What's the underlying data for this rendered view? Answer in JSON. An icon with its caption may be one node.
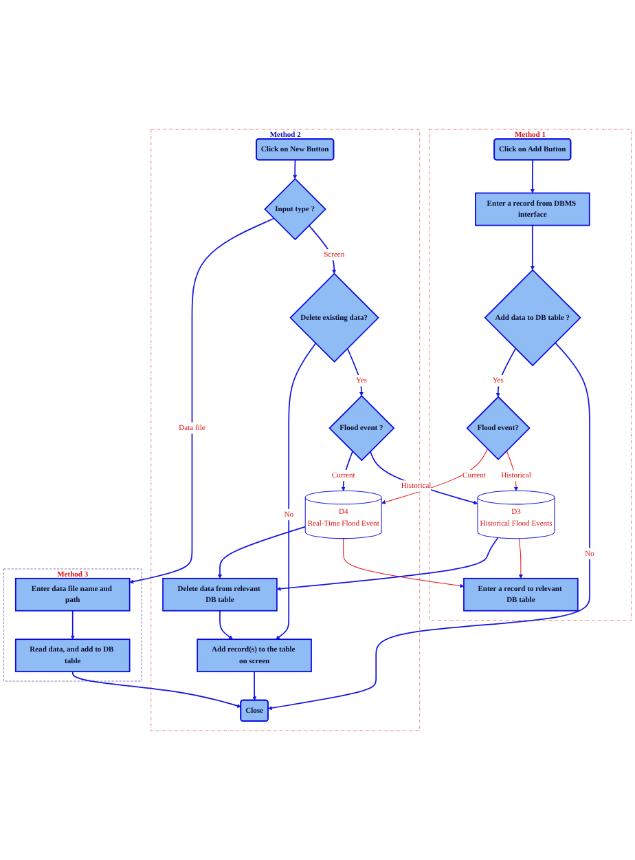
{
  "diagram": {
    "nodes": [
      {
        "text": [
          "Method 1"
        ]
      },
      {
        "text": [
          "Method 2"
        ]
      },
      {
        "text": [
          "Method 3"
        ]
      },
      {
        "text": [
          "Click on Add Button"
        ],
        "in": 0
      },
      {
        "text": [
          "Click on New Button"
        ],
        "in": 1
      },
      {
        "text": [
          "Enter a record from DBMS interface"
        ],
        "in": 0
      },
      {
        "text": [
          "Input type ?"
        ],
        "in": 1
      },
      {
        "text": [
          "Enter data file name and path"
        ],
        "in": 2
      },
      {
        "text": [
          "Add data to DB table ?"
        ],
        "in": 0
      },
      {
        "text": [
          "Delete existing data?"
        ],
        "in": 1
      },
      {
        "text": [
          "Flood event?"
        ],
        "in": 0
      },
      {
        "text": [
          "Flood event ?"
        ],
        "in": 1
      },
      {
        "text": [
          "D3",
          "Historical Flood Events"
        ],
        "in": 0
      },
      {
        "text": [
          "D4",
          "Real-Time Flood Event"
        ],
        "in": 1
      },
      {
        "text": [
          "Delete data from relevant DB table"
        ],
        "in": 1
      },
      {
        "text": [
          "Enter a record to relevant DB table"
        ],
        "in": 0
      },
      {
        "text": [
          "Add record(s) to the table on screen"
        ],
        "in": 1
      },
      {
        "text": [
          "Read data, and add to DB table"
        ],
        "in": 2
      },
      {
        "text": [
          "Close"
        ],
        "in": 1
      }
    ],
    "edges": [
      {
        "from": 3,
        "to": 5,
        "arrow": "to"
      },
      {
        "from": 5,
        "to": 8,
        "arrow": "to"
      },
      {
        "from": 8,
        "to": 18,
        "arrow": "to",
        "label": "No"
      },
      {
        "from": 8,
        "to": 10,
        "arrow": "to",
        "label": "Yes"
      },
      {
        "from": 4,
        "to": 6,
        "arrow": "to"
      },
      {
        "from": 6,
        "to": 9,
        "arrow": "to",
        "label": "Screen"
      },
      {
        "from": 6,
        "to": 7,
        "arrow": "to",
        "label": "Data file"
      },
      {
        "from": 9,
        "to": 11,
        "arrow": "to",
        "label": "Yes"
      },
      {
        "from": 9,
        "to": 16,
        "arrow": "to",
        "label": "No"
      },
      {
        "from": 10,
        "to": 12,
        "arrow": "to",
        "label": "Historical",
        "color": "#ee1111"
      },
      {
        "from": 10,
        "to": 13,
        "arrow": "to",
        "label": "Current",
        "color": "#ee1111"
      },
      {
        "from": 11,
        "to": 12,
        "arrow": "to",
        "label": "Historical"
      },
      {
        "from": 11,
        "to": 13,
        "arrow": "to",
        "label": "Current"
      },
      {
        "from": 12,
        "to": 15,
        "arrow": "to",
        "color": "#ee1111"
      },
      {
        "from": 13,
        "to": 15,
        "arrow": "to",
        "color": "#ee1111"
      },
      {
        "from": 12,
        "to": 14,
        "arrow": "to"
      },
      {
        "from": 13,
        "to": 14,
        "arrow": "to"
      },
      {
        "from": 14,
        "to": 16,
        "arrow": "to"
      },
      {
        "from": 7,
        "to": 17,
        "arrow": "to"
      },
      {
        "from": 16,
        "to": 18,
        "arrow": "to"
      },
      {
        "from": 17,
        "to": 18,
        "arrow": "to"
      }
    ]
  }
}
